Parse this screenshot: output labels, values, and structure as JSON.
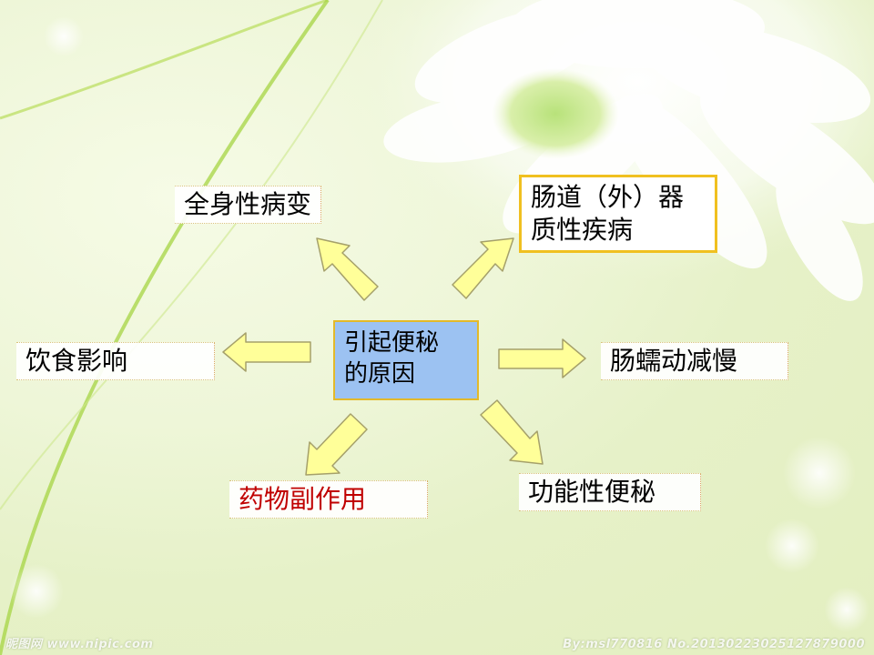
{
  "center_label": [
    "引起便秘",
    "的原因"
  ],
  "nodes": {
    "systemic": "全身性病变",
    "intestinal_organic": [
      "肠道（外）器",
      "质性疾病"
    ],
    "diet": "饮食影响",
    "peristalsis": "肠蠕动减慢",
    "drug": "药物副作用",
    "functional": "功能性便秘"
  },
  "watermark": {
    "left": "昵图网 www.nipic.com",
    "right": "By:msl770816 No.20130223025127879000"
  },
  "colors": {
    "arrow_fill": "#ffff99",
    "arrow_stroke": "#a5a06a",
    "center_fill": "#9cc2f2",
    "highlight_border": "#f0c020",
    "drug_text": "#c00000"
  }
}
